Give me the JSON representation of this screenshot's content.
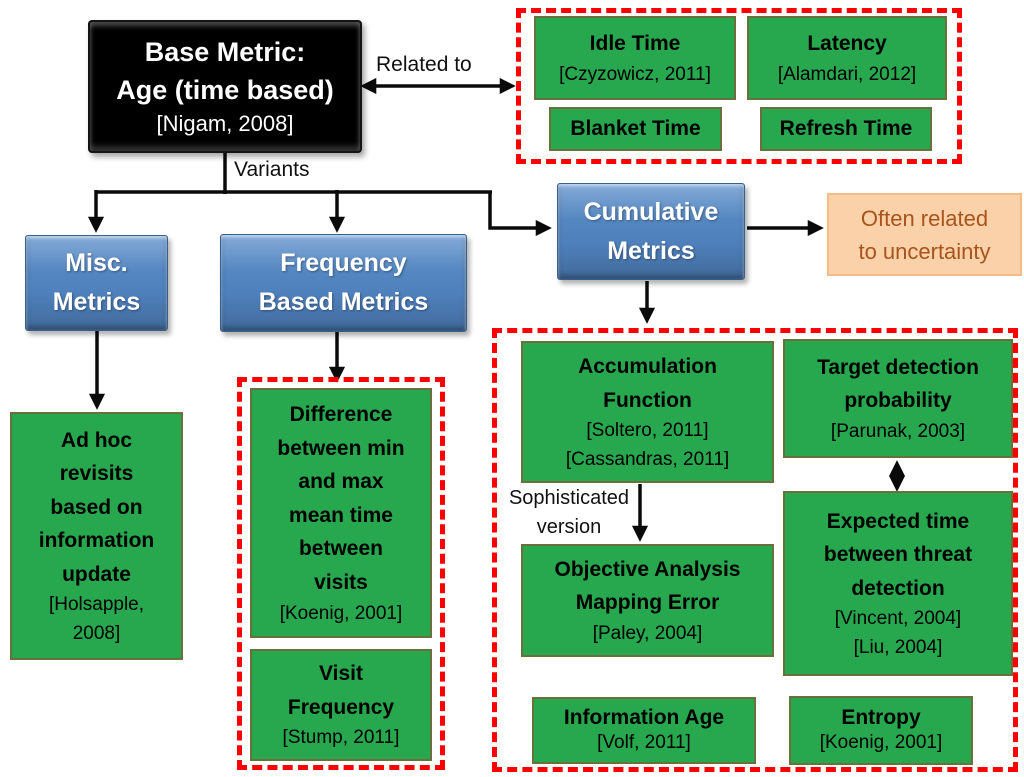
{
  "base_metric": {
    "title": "Base Metric:\nAge (time based)",
    "citation": "[Nigam, 2008]"
  },
  "labels": {
    "related_to": "Related to",
    "variants": "Variants",
    "sophisticated": "Sophisticated\nversion"
  },
  "related_metrics": [
    {
      "title": "Idle Time",
      "citation": "[Czyzowicz, 2011]"
    },
    {
      "title": "Latency",
      "citation": "[Alamdari, 2012]"
    },
    {
      "title": "Blanket Time"
    },
    {
      "title": "Refresh Time"
    }
  ],
  "categories": {
    "misc": "Misc.\nMetrics",
    "frequency": "Frequency\nBased Metrics",
    "cumulative": "Cumulative\nMetrics"
  },
  "note": "Often related\nto uncertainty",
  "misc_children": [
    {
      "title": "Ad hoc\nrevisits\nbased on\ninformation\nupdate",
      "citation": "[Holsapple,\n2008]"
    }
  ],
  "frequency_children": [
    {
      "title": "Difference\nbetween min\nand max\nmean time\nbetween\nvisits",
      "citation": "[Koenig, 2001]"
    },
    {
      "title": "Visit\nFrequency",
      "citation": "[Stump, 2011]"
    }
  ],
  "cumulative_children": [
    {
      "title": "Accumulation\nFunction",
      "citation": "[Soltero, 2011]\n[Cassandras, 2011]"
    },
    {
      "title": "Target detection\nprobability",
      "citation": "[Parunak, 2003]"
    },
    {
      "title": "Objective Analysis\nMapping Error",
      "citation": "[Paley, 2004]"
    },
    {
      "title": "Expected time\nbetween threat\ndetection",
      "citation": "[Vincent, 2004]\n[Liu, 2004]"
    },
    {
      "title": "Information Age",
      "citation": "[Volf, 2011]"
    },
    {
      "title": "Entropy",
      "citation": "[Koenig, 2001]"
    }
  ],
  "colors": {
    "green_fill": "#27A84F",
    "green_border": "#6A703B",
    "blue_fill": "#4F81BD",
    "red_dash": "#FE0000",
    "orange_fill": "#FBD1A9",
    "orange_text": "#A8541D",
    "black_fill": "#000000",
    "arrow": "#0A0A0A"
  }
}
